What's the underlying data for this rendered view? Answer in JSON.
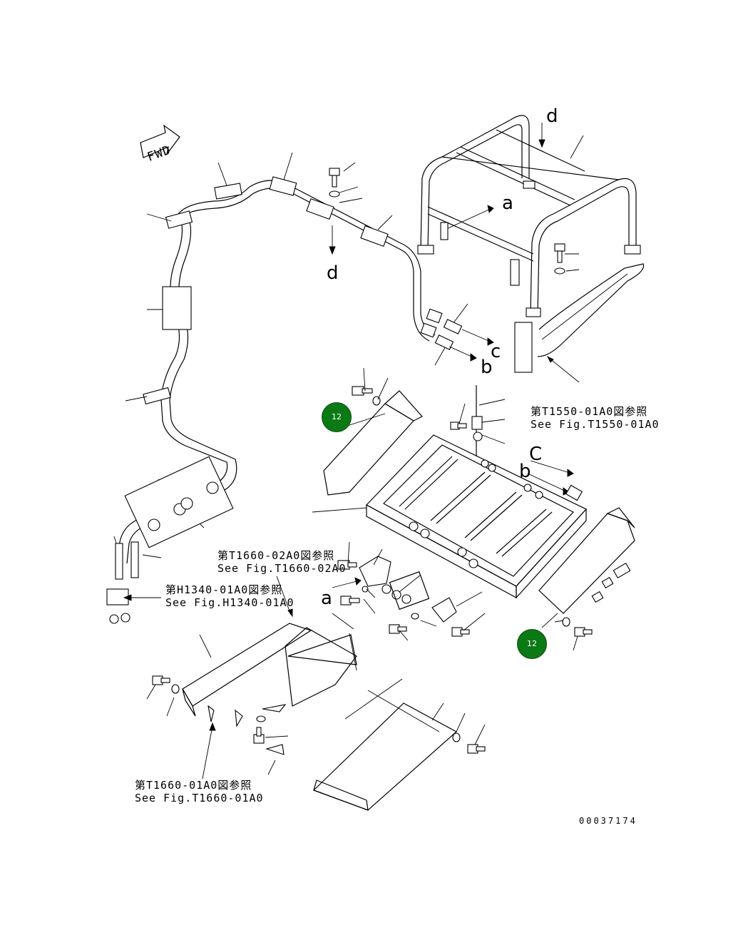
{
  "orientation_label": "FWD",
  "direction_letters": {
    "d_top": "d",
    "d_mid": "d",
    "a_top": "a",
    "c_right": "c",
    "b_right": "b",
    "C_mid": "C",
    "b_mid": "b",
    "a_low": "a"
  },
  "references": [
    {
      "jp": "第T1550-01A0図参照",
      "en": "See Fig.T1550-01A0"
    },
    {
      "jp": "第T1660-02A0図参照",
      "en": "See Fig.T1660-02A0"
    },
    {
      "jp": "第H1340-01A0図参照",
      "en": "See Fig.H1340-01A0"
    },
    {
      "jp": "第T1660-01A0図参照",
      "en": "See Fig.T1660-01A0"
    }
  ],
  "callouts": [
    {
      "number": "12",
      "color": "#0b7a14"
    },
    {
      "number": "12",
      "color": "#0b7a14"
    }
  ],
  "drawing_number": "00037174"
}
